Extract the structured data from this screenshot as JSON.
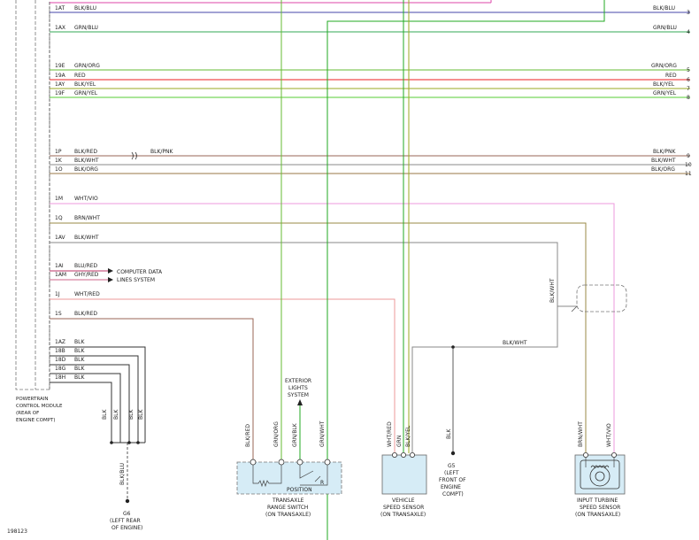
{
  "diagram_id": "198123",
  "colors": {
    "blk_blu": "#4444aa",
    "grn": "#22aa22",
    "grn_blu": "#33aa55",
    "grn_org": "#66bb33",
    "red": "#ee2222",
    "blk_yel": "#99aa22",
    "grn_yel": "#55cc33",
    "blk_red": "#996655",
    "blk_wht": "#888888",
    "blk_org": "#997744",
    "wht_vio": "#ee99dd",
    "brn_wht": "#998844",
    "blu_red": "#bb3366",
    "ghy_red": "#cc6688",
    "wht_red": "#ee9999",
    "pink": "#dd44aa",
    "connector_fill": "#d6ecf6"
  },
  "pcm": {
    "label_1": "POWERTRAIN",
    "label_2": "CONTROL MODULE",
    "label_3": "(REAR OF",
    "label_4": "ENGINE COMPT)"
  },
  "pins": [
    {
      "pin": "1AT",
      "wire": "BLK/BLU",
      "right": "BLK/BLU",
      "num": "3"
    },
    {
      "pin": "1AX",
      "wire": "GRN/BLU",
      "right": "GRN/BLU",
      "num": "4"
    },
    {
      "pin": "19E",
      "wire": "GRN/ORG",
      "right": "GRN/ORG",
      "num": "5"
    },
    {
      "pin": "19A",
      "wire": "RED",
      "right": "RED",
      "num": "6"
    },
    {
      "pin": "1AY",
      "wire": "BLK/YEL",
      "right": "BLK/YEL",
      "num": "7"
    },
    {
      "pin": "19F",
      "wire": "GRN/YEL",
      "right": "GRN/YEL",
      "num": "8"
    },
    {
      "pin": "1P",
      "wire": "BLK/RED",
      "mid": "BLK/PNK",
      "right": "BLK/PNK",
      "num": "9"
    },
    {
      "pin": "1K",
      "wire": "BLK/WHT",
      "right": "BLK/WHT",
      "num": "10"
    },
    {
      "pin": "1O",
      "wire": "BLK/ORG",
      "right": "BLK/ORG",
      "num": "11"
    },
    {
      "pin": "1M",
      "wire": "WHT/VIO"
    },
    {
      "pin": "1Q",
      "wire": "BRN/WHT"
    },
    {
      "pin": "1AV",
      "wire": "BLK/WHT"
    },
    {
      "pin": "1AI",
      "wire": "BLU/RED"
    },
    {
      "pin": "1AM",
      "wire": "GHY/RED"
    },
    {
      "pin": "1J",
      "wire": "WHT/RED"
    },
    {
      "pin": "1S",
      "wire": "BLK/RED"
    },
    {
      "pin": "1AZ",
      "wire": "BLK"
    },
    {
      "pin": "18B",
      "wire": "BLK"
    },
    {
      "pin": "18D",
      "wire": "BLK"
    },
    {
      "pin": "18G",
      "wire": "BLK"
    },
    {
      "pin": "18H",
      "wire": "BLK"
    }
  ],
  "computer_data": {
    "line_1": "COMPUTER DATA",
    "line_2": "LINES SYSTEM"
  },
  "ground_wires": {
    "a": "BLK",
    "b": "BLK",
    "c": "BLK",
    "d": "BLK",
    "down": "BLK/BLU"
  },
  "g6": {
    "name": "G6",
    "line_1": "(LEFT REAR",
    "line_2": "OF ENGINE)"
  },
  "exterior_lights": {
    "line_1": "EXTERIOR",
    "line_2": "LIGHTS",
    "line_3": "SYSTEM"
  },
  "transaxle_switch": {
    "wire_1": "BLK/RED",
    "wire_2": "GRN/ORG",
    "wire_3": "GRN/BLK",
    "wire_4": "GRN/WHT",
    "inner_r": "R",
    "inner_label": "POSITION",
    "line_1": "TRANSAXLE",
    "line_2": "RANGE SWITCH",
    "line_3": "(ON TRANSAXLE)"
  },
  "vss": {
    "wire_1": "WHT/RED",
    "wire_2": "GRN",
    "wire_3": "BLK/YEL",
    "line_1": "VEHICLE",
    "line_2": "SPEED SENSOR",
    "line_3": "(ON TRANSAXLE)"
  },
  "vss_feed": "BLK/WHT",
  "g5": {
    "wire": "BLK",
    "name": "G5",
    "line_1": "(LEFT",
    "line_2": "FRONT OF",
    "line_3": "ENGINE",
    "line_4": "COMPT)"
  },
  "shield_wire": "BLK/WHT",
  "itss": {
    "wire_1": "BRN/WHT",
    "wire_2": "WHT/VIO",
    "line_1": "INPUT TURBINE",
    "line_2": "SPEED SENSOR",
    "line_3": "(ON TRANSAXLE)"
  }
}
